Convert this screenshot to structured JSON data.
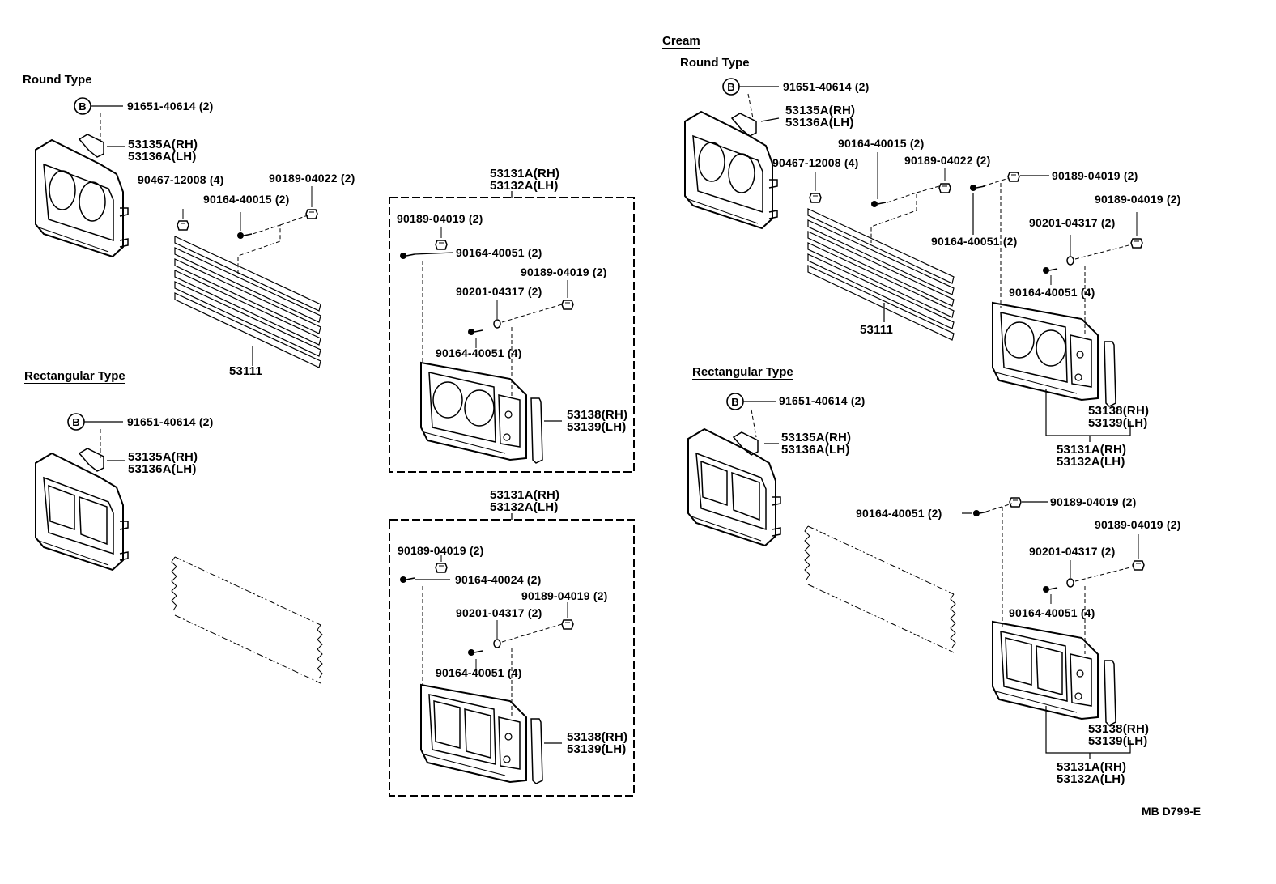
{
  "headings": {
    "round_left": "Round Type",
    "rect_left": "Rectangular Type",
    "cream": "Cream",
    "round_right": "Round Type",
    "rect_right": "Rectangular Type"
  },
  "diagram_code": "MB D799-E",
  "badge_letter": "B",
  "labels": {
    "l1": "91651-40614 (2)",
    "l2": "53135A(RH)",
    "l3": "53136A(LH)",
    "l4": "90467-12008 (4)",
    "l5": "90189-04022 (2)",
    "l6": "90164-40015 (2)",
    "l7": "53111",
    "l8": "91651-40614 (2)",
    "l9": "53135A(RH)",
    "l10": "53136A(LH)",
    "m1": "53131A(RH)",
    "m2": "53132A(LH)",
    "m3": "90189-04019 (2)",
    "m4": "90164-40051 (2)",
    "m5": "90189-04019 (2)",
    "m6": "90201-04317 (2)",
    "m7": "90164-40051 (4)",
    "m8": "53138(RH)",
    "m9": "53139(LH)",
    "n1": "53131A(RH)",
    "n2": "53132A(LH)",
    "n3": "90189-04019 (2)",
    "n4": "90164-40024 (2)",
    "n5": "90189-04019 (2)",
    "n6": "90201-04317 (2)",
    "n7": "90164-40051 (4)",
    "n8": "53138(RH)",
    "n9": "53139(LH)",
    "r1": "91651-40614 (2)",
    "r2": "53135A(RH)",
    "r3": "53136A(LH)",
    "r4": "90164-40015 (2)",
    "r5": "90467-12008 (4)",
    "r6": "90189-04022 (2)",
    "r7": "90189-04019 (2)",
    "r8": "90189-04019 (2)",
    "r9": "90164-40051 (2)",
    "r10": "90201-04317 (2)",
    "r11": "90164-40051 (4)",
    "r12": "53111",
    "r13": "53138(RH)",
    "r14": "53139(LH)",
    "r15": "53131A(RH)",
    "r16": "53132A(LH)",
    "s1": "91651-40614 (2)",
    "s2": "53135A(RH)",
    "s3": "53136A(LH)",
    "s4": "90164-40051 (2)",
    "s5": "90189-04019 (2)",
    "s6": "90189-04019 (2)",
    "s7": "90201-04317 (2)",
    "s8": "90164-40051 (4)",
    "s9": "53138(RH)",
    "s10": "53139(LH)",
    "s11": "53131A(RH)",
    "s12": "53132A(LH)"
  }
}
